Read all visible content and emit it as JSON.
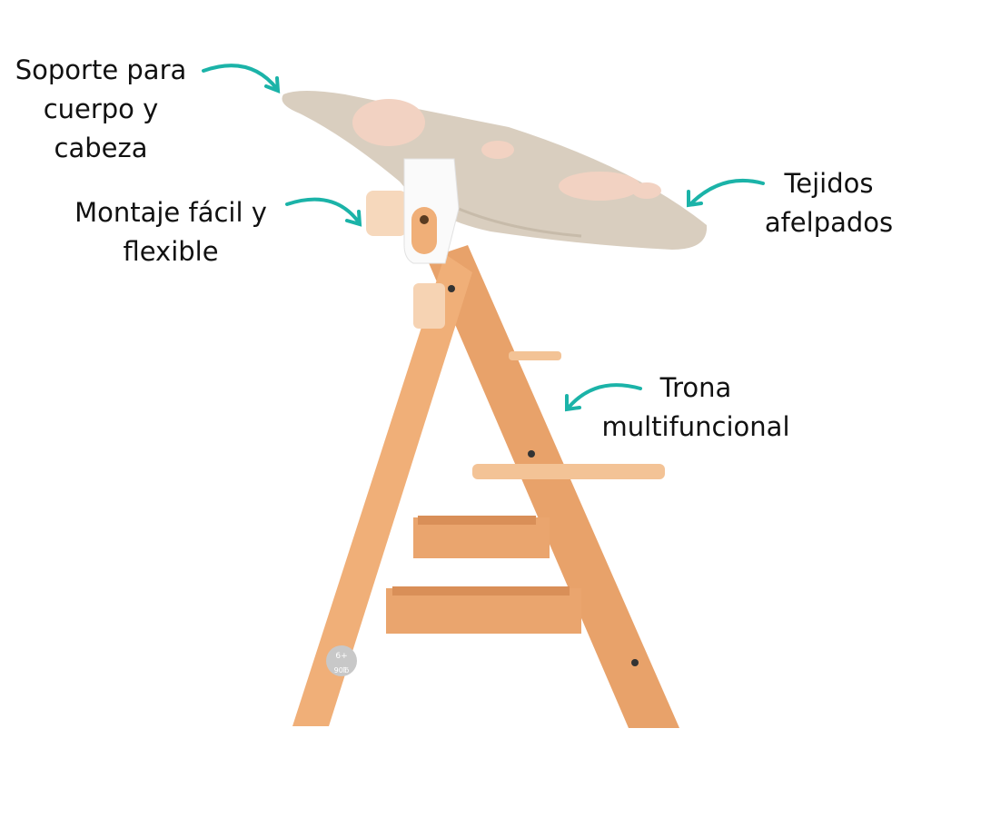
{
  "colors": {
    "accent": "#1BB3A8",
    "wood": "#EBA872",
    "fabric": "#D9CEBF"
  },
  "labels": {
    "body_support": {
      "line1": "Soporte para",
      "line2": "cuerpo y",
      "line3": "cabeza"
    },
    "assembly": {
      "line1": "Montaje fácil y",
      "line2": "flexible"
    },
    "fabric": {
      "line1": "Tejidos",
      "line2": "afelpados"
    },
    "highchair": {
      "line1": "Trona",
      "line2": "multifuncional"
    }
  },
  "badge": {
    "age": "6+",
    "weight": "90℔"
  }
}
